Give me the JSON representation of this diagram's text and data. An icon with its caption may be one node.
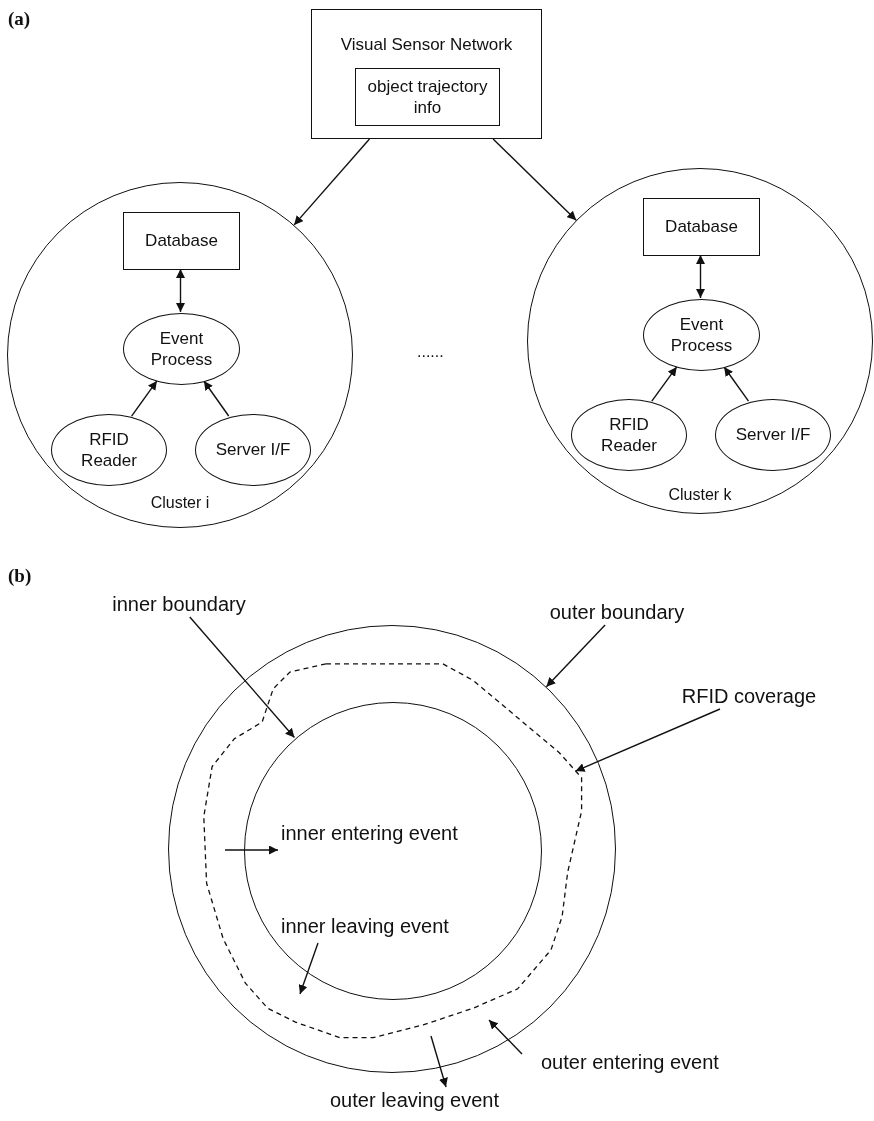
{
  "diagram": {
    "nodes": [
      {
        "text": [
          "Visual Sensor Network"
        ]
      },
      {
        "text": [
          "object trajectory info"
        ],
        "in": 0
      },
      {
        "text": [
          "Cluster i"
        ]
      },
      {
        "text": [
          "Database"
        ],
        "in": 2
      },
      {
        "text": [
          "Event Process"
        ],
        "in": 2
      },
      {
        "text": [
          "RFID Reader"
        ],
        "in": 2
      },
      {
        "text": [
          "Server I/F"
        ],
        "in": 2
      },
      {
        "text": [
          "Cluster k"
        ]
      },
      {
        "text": [
          "Database"
        ],
        "in": 7
      },
      {
        "text": [
          "Event Process"
        ],
        "in": 7
      },
      {
        "text": [
          "RFID Reader"
        ],
        "in": 7
      },
      {
        "text": [
          "Server I/F"
        ],
        "in": 7
      },
      {
        "text": [
          "inner boundary"
        ]
      },
      {
        "text": [
          "outer boundary"
        ]
      },
      {
        "text": [
          "RFID coverage"
        ]
      },
      {
        "text": [],
        "shape": "circle"
      },
      {
        "text": [],
        "shape": "loop",
        "in": 15
      },
      {
        "text": [],
        "shape": "circle",
        "in": 16
      }
    ],
    "edges": [
      {
        "from": 0,
        "to": 2,
        "arrow": "to"
      },
      {
        "from": 0,
        "to": 7,
        "arrow": "to"
      },
      {
        "from": 3,
        "to": 4,
        "arrow": "both"
      },
      {
        "from": 5,
        "to": 4,
        "arrow": "to"
      },
      {
        "from": 6,
        "to": 4,
        "arrow": "to"
      },
      {
        "from": 8,
        "to": 9,
        "arrow": "both"
      },
      {
        "from": 10,
        "to": 9,
        "arrow": "to"
      },
      {
        "from": 11,
        "to": 9,
        "arrow": "to"
      },
      {
        "from": 12,
        "to": 17,
        "arrow": "to"
      },
      {
        "from": 13,
        "to": 15,
        "arrow": "to"
      },
      {
        "from": 14,
        "to": 16,
        "arrow": "to"
      }
    ],
    "labels": [
      "(a)",
      "......",
      "(b)",
      "inner entering event",
      "inner leaving event",
      "outer entering event",
      "outer leaving event"
    ]
  }
}
